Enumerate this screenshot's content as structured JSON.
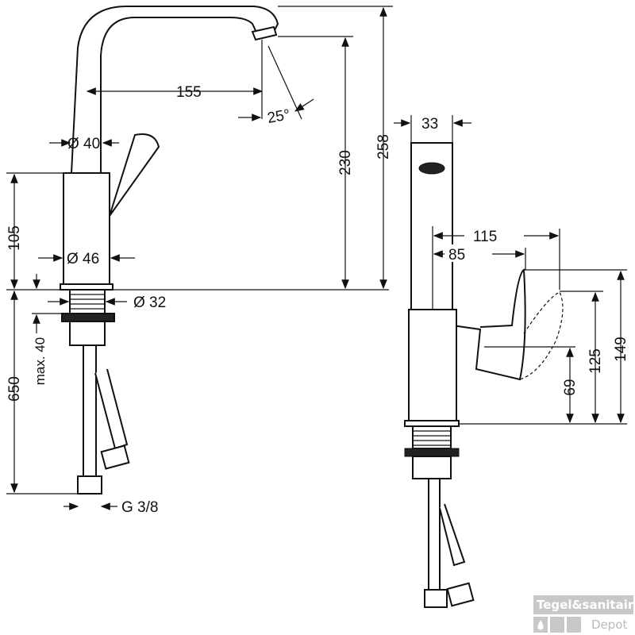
{
  "dimensions": {
    "spout_reach": "155",
    "spout_angle": "25°",
    "spout_diameter": "Ø 40",
    "body_height": "105",
    "body_diameter": "Ø 46",
    "thread_diameter": "Ø 32",
    "max_counter_thickness": "max. 40",
    "hose_length": "650",
    "connection_thread": "G 3/8",
    "spout_height": "230",
    "total_height": "258",
    "spout_width": "33",
    "lever_reach_max": "115",
    "lever_reach": "85",
    "lever_height_max": "149",
    "lever_height_mid": "125",
    "lever_height": "69"
  },
  "watermark": {
    "line1": "Tegel&sanitair",
    "line2": "Depot"
  }
}
